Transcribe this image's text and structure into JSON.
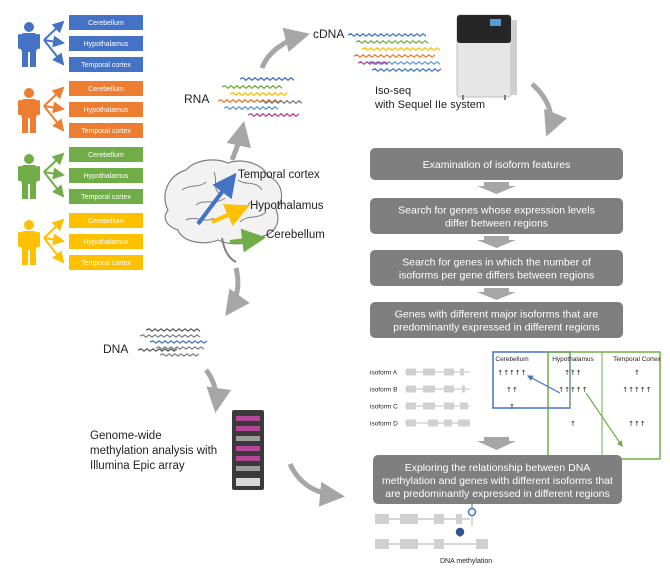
{
  "colors": {
    "blue": "#4472c4",
    "orange": "#ed7d31",
    "green": "#70ad47",
    "gold": "#ffc000",
    "flow_box": "#7f7f7f",
    "flow_arrow": "#a6a6a6",
    "table_blue": "#4472c4",
    "table_green": "#70ad47"
  },
  "people": [
    {
      "color": "blue",
      "regions": [
        "Cerebellum",
        "Hypothalamus",
        "Temporal cortex"
      ]
    },
    {
      "color": "orange",
      "regions": [
        "Cerebellum",
        "Hypothalamus",
        "Temporal cortex"
      ]
    },
    {
      "color": "green",
      "regions": [
        "Cerebellum",
        "Hypothalamus",
        "Temporal cortex"
      ]
    },
    {
      "color": "gold",
      "regions": [
        "Cerebellum",
        "Hypothalamus",
        "Temporal cortex"
      ]
    }
  ],
  "labels": {
    "rna": "RNA",
    "cdna": "cDNA",
    "isoseq_line1": "Iso-seq",
    "isoseq_line2": "with Sequel IIe system",
    "brain_temporal": "Temporal cortex",
    "brain_hypothalamus": "Hypothalamus",
    "brain_cerebellum": "Cerebellum",
    "dna": "DNA",
    "methyl_line1": "Genome-wide",
    "methyl_line2": "methylation analysis with",
    "methyl_line3": "Illumina Epic array",
    "dna_methylation": "DNA methylation"
  },
  "flow_steps": [
    [
      "Examination of isoform features"
    ],
    [
      "Search for genes whose expression levels",
      "differ between regions"
    ],
    [
      "Search for genes in which the number of",
      "isoforms per gene differs between regions"
    ],
    [
      "Genes with different major isoforms that are",
      "predominantly expressed in different regions"
    ]
  ],
  "final_step": [
    "Exploring the relationship between DNA",
    "methylation and genes with different isoforms that",
    "are predominantly expressed in different regions"
  ],
  "isoform_table": {
    "headers": [
      "Cerebellum",
      "Hypothalamus",
      "Temporal Cortex"
    ],
    "rows": [
      {
        "name": "isoform A",
        "cells": [
          "↑↑↑↑↑",
          "↑↑↑",
          "↑"
        ]
      },
      {
        "name": "isoform B",
        "cells": [
          "↑↑",
          "↑↑↑↑↑",
          "↑↑↑↑↑"
        ]
      },
      {
        "name": "isoform C",
        "cells": [
          "↑",
          "",
          ""
        ]
      },
      {
        "name": "isoform D",
        "cells": [
          "",
          "↑",
          "↑↑↑"
        ]
      }
    ]
  }
}
